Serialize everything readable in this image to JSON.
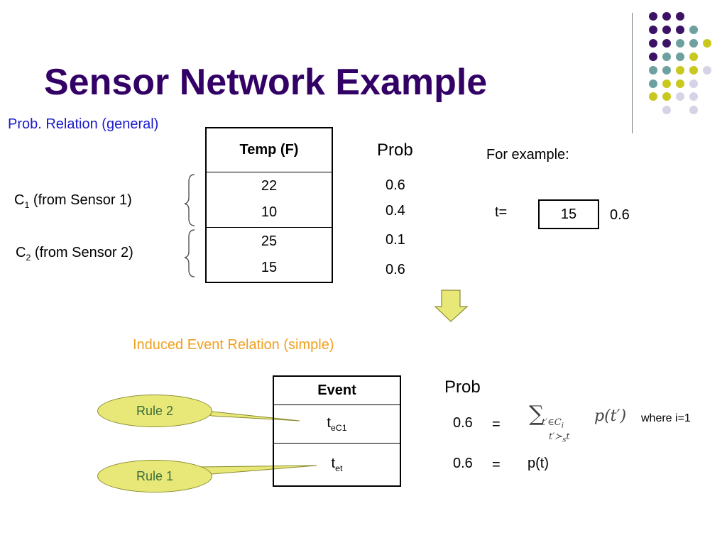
{
  "title": "Sensor Network Example",
  "subtitle_general": "Prob. Relation (general)",
  "table1": {
    "header": "Temp (F)",
    "group1": [
      "22",
      "10"
    ],
    "group2": [
      "25",
      "15"
    ]
  },
  "prob1": {
    "header": "Prob",
    "values": [
      "0.6",
      "0.4",
      "0.1",
      "0.6"
    ]
  },
  "clusters": {
    "c1_main": "C",
    "c1_sub": "1",
    "c1_rest": " (from Sensor 1)",
    "c2_main": "C",
    "c2_sub": "2",
    "c2_rest": " (from Sensor 2)"
  },
  "example": {
    "label": "For example:",
    "t_label": "t=",
    "t_value": "15",
    "t_prob": "0.6"
  },
  "induced_title": "Induced Event Relation (simple)",
  "table2": {
    "header": "Event",
    "row1_main": "t",
    "row1_sub": "eC1",
    "row2_main": "t",
    "row2_sub": "et"
  },
  "prob2": {
    "header": "Prob",
    "row1_value": "0.6",
    "row1_eq": "=",
    "row1_note": "where i=1",
    "row2_value": "0.6",
    "row2_eq": "=",
    "row2_expr": "p(t)"
  },
  "formula": {
    "sum": "∑",
    "sub_line1": "t′∈C",
    "sub_line1_index": "i",
    "sub_line2": "t′≻",
    "sub_line2_index": "s",
    "sub_line2_tail": "t",
    "body": "p(t′)"
  },
  "rules": {
    "rule2": "Rule 2",
    "rule1": "Rule 1"
  },
  "colors": {
    "title": "#330066",
    "blue": "#1a1acc",
    "orange": "#f0a020",
    "dot_purple": "#3d1266",
    "dot_teal": "#6fa0a0",
    "dot_yellow": "#c8c81e",
    "dot_lavender": "#d4d4e6"
  }
}
